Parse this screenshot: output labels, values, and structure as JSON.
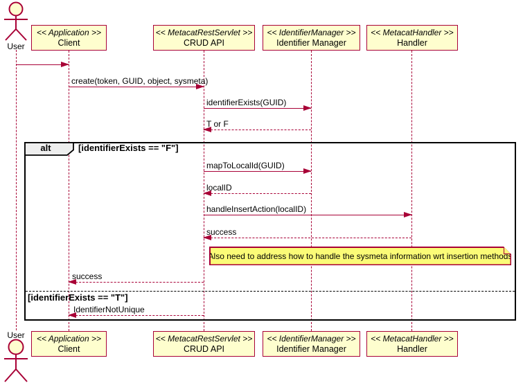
{
  "actors": {
    "top": "User",
    "bottom": "User"
  },
  "participants": [
    {
      "stereotype": "<< Application >>",
      "name": "Client"
    },
    {
      "stereotype": "<< MetacatRestServlet >>",
      "name": "CRUD API"
    },
    {
      "stereotype": "<< IdentifierManager >>",
      "name": "Identifier Manager"
    },
    {
      "stereotype": "<< MetacatHandler >>",
      "name": "Handler"
    }
  ],
  "messages": [
    {
      "label": "create(token, GUID, object, sysmeta)"
    },
    {
      "label": "identifierExists(GUID)"
    },
    {
      "label": "T or F"
    },
    {
      "label": "mapToLocalId(GUID)"
    },
    {
      "label": "localID"
    },
    {
      "label": "handleInsertAction(localID)"
    },
    {
      "label": "success"
    },
    {
      "label": "success"
    },
    {
      "label": "IdentifierNotUnique"
    }
  ],
  "alt": {
    "keyword": "alt",
    "condition_f": "[identifierExists == \"F\"]",
    "condition_t": "[identifierExists == \"T\"]"
  },
  "note": {
    "text": "\"Also need to address how to handle the sysmeta information wrt insertion methods\""
  },
  "colors": {
    "line": "#A80036",
    "participant_fill": "#FEFECE",
    "note_fill": "#FBFB77",
    "frame_border": "#000000",
    "alt_tab_fill": "#EEEEEE",
    "background": "#FFFFFF"
  }
}
